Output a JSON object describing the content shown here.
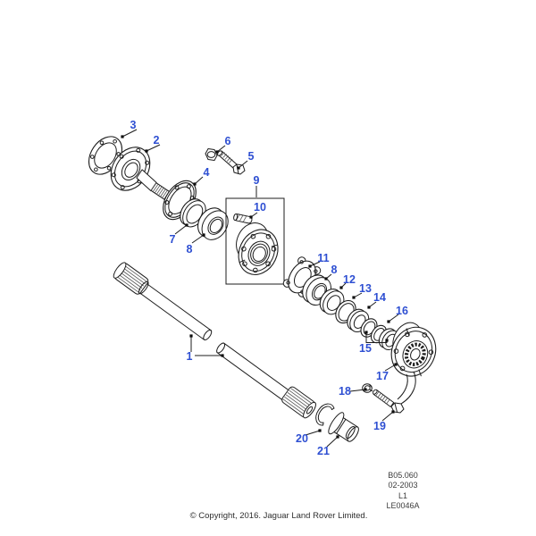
{
  "figure": {
    "callouts": [
      {
        "label": "3"
      },
      {
        "label": "2"
      },
      {
        "label": "6"
      },
      {
        "label": "5"
      },
      {
        "label": "4"
      },
      {
        "label": "9"
      },
      {
        "label": "10"
      },
      {
        "label": "7"
      },
      {
        "label": "8"
      },
      {
        "label": "11"
      },
      {
        "label": "8"
      },
      {
        "label": "12"
      },
      {
        "label": "13"
      },
      {
        "label": "14"
      },
      {
        "label": "16"
      },
      {
        "label": "15"
      },
      {
        "label": "1"
      },
      {
        "label": "17"
      },
      {
        "label": "18"
      },
      {
        "label": "19"
      },
      {
        "label": "20"
      },
      {
        "label": "21"
      }
    ]
  },
  "footer": {
    "code": "B05.060",
    "date": "02-2003",
    "sheet": "L1",
    "figure_id": "LE0046A",
    "copyright": "© Copyright, 2016. Jaguar Land Rover Limited."
  },
  "colors": {
    "callout_blue": "#2e4fd2",
    "line_black": "#1c1c1c"
  }
}
